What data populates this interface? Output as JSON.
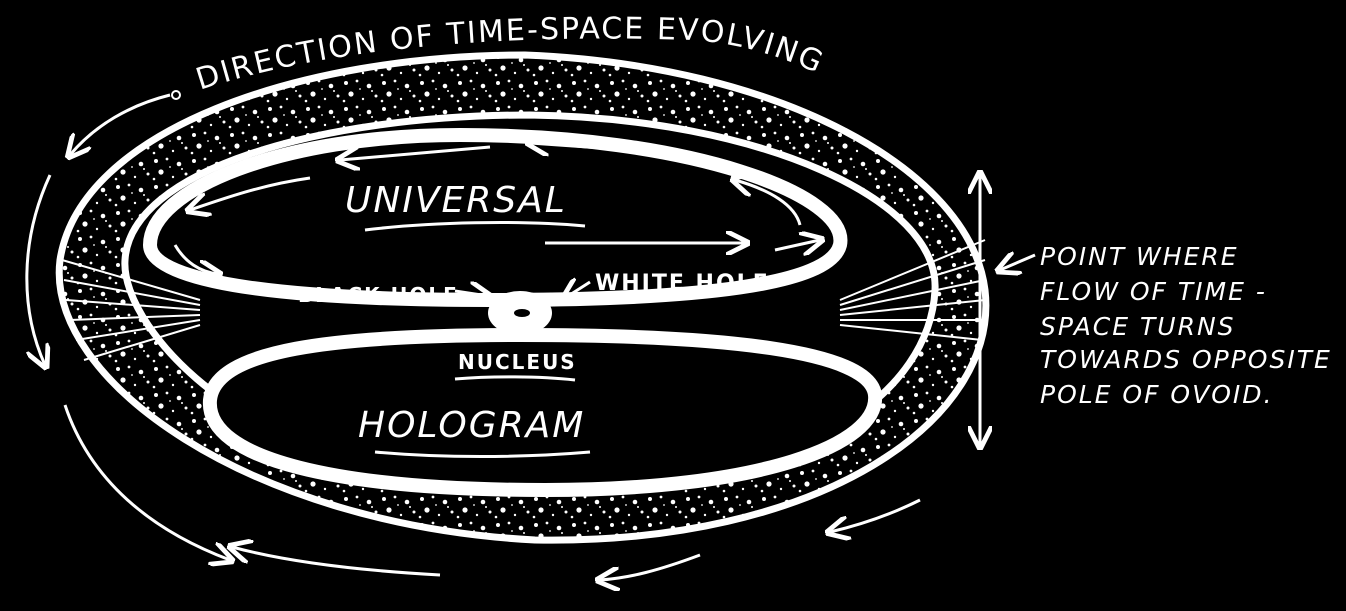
{
  "diagram": {
    "title": "DIRECTION OF TIME-SPACE EVOLVING",
    "labels": {
      "upper": "UNIVERSAL",
      "lower": "HOLOGRAM",
      "black_hole": "BLACK HOLE",
      "white_hole": "WHITE HOLE",
      "nucleus": "NUCLEUS"
    },
    "annotation": {
      "lines": [
        "POINT WHERE",
        "FLOW OF TIME -",
        "SPACE TURNS",
        "TOWARDS OPPOSITE",
        "POLE OF OVOID."
      ]
    },
    "colors": {
      "background": "#000000",
      "ink": "#ffffff"
    }
  }
}
